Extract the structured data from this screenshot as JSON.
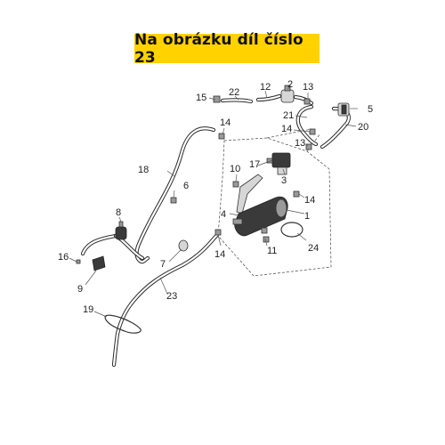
{
  "banner": {
    "text": "Na obrázku díl číslo 23",
    "color": "#ffd200"
  },
  "callouts": {
    "c1": "1",
    "c2": "2",
    "c3": "3",
    "c4": "4",
    "c5": "5",
    "c6": "6",
    "c7": "7",
    "c8": "8",
    "c9": "9",
    "c10": "10",
    "c11": "11",
    "c12": "12",
    "c13a": "13",
    "c13b": "13",
    "c14a": "14",
    "c14b": "14",
    "c14c": "14",
    "c14d": "14",
    "c15": "15",
    "c16": "16",
    "c17": "17",
    "c18": "18",
    "c19": "19",
    "c20": "20",
    "c21": "21",
    "c22": "22",
    "c23": "23",
    "c24": "24"
  }
}
